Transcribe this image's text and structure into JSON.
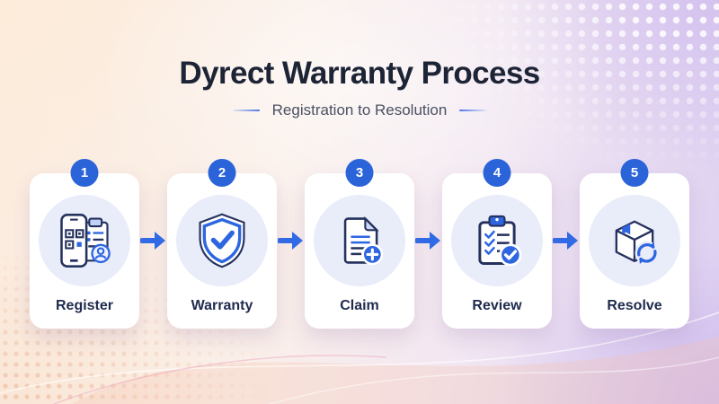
{
  "header": {
    "title": "Dyrect Warranty Process",
    "subtitle": "Registration to Resolution"
  },
  "steps": [
    {
      "number": "1",
      "label": "Register",
      "icon": "phone-qr-clipboard-icon"
    },
    {
      "number": "2",
      "label": "Warranty",
      "icon": "shield-check-icon"
    },
    {
      "number": "3",
      "label": "Claim",
      "icon": "document-plus-icon"
    },
    {
      "number": "4",
      "label": "Review",
      "icon": "checklist-approved-icon"
    },
    {
      "number": "5",
      "label": "Resolve",
      "icon": "package-refresh-icon"
    }
  ],
  "colors": {
    "badge_blue": "#2b63d9",
    "accent_blue": "#2e66e0",
    "arrow_blue": "#2e6be8",
    "navy": "#26325e",
    "title_navy": "#1d2436",
    "card_white": "#ffffff",
    "icon_circle_lavender": "#e9ecf9",
    "bg_peach": "#fcecdd",
    "bg_lavender": "#ddd0f1"
  }
}
